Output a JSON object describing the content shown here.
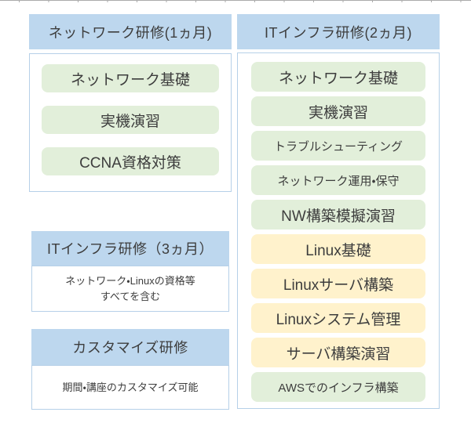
{
  "colors": {
    "header_fill": "#bdd7ee",
    "box_border": "#b6d0e8",
    "green_fill": "#e2efda",
    "yellow_fill": "#fff2cc",
    "text": "#3d3d3d"
  },
  "left_column": {
    "network_course": {
      "title": "ネットワーク研修(1ヵ月)",
      "items": [
        {
          "label": "ネットワーク基礎",
          "color": "green"
        },
        {
          "label": "実機演習",
          "color": "green"
        },
        {
          "label": "CCNA資格対策",
          "color": "green"
        }
      ]
    },
    "infra_3mo_course": {
      "title": "ITインフラ研修（3ヵ月）",
      "description_lines": [
        "ネットワーク・Linuxの資格等",
        "すべてを含む"
      ]
    },
    "custom_course": {
      "title": "カスタマイズ研修",
      "description_lines": [
        "期間・講座のカスタマイズ可能"
      ]
    }
  },
  "right_column": {
    "infra_2mo_course": {
      "title": "ITインフラ研修(2ヵ月)",
      "items": [
        {
          "label": "ネットワーク基礎",
          "color": "green"
        },
        {
          "label": "実機演習",
          "color": "green"
        },
        {
          "label": "トラブルシューティング",
          "color": "green"
        },
        {
          "label": "ネットワーク運用・保守",
          "color": "green"
        },
        {
          "label": "NW構築模擬演習",
          "color": "green"
        },
        {
          "label": "Linux基礎",
          "color": "yellow"
        },
        {
          "label": "Linuxサーバ構築",
          "color": "yellow"
        },
        {
          "label": "Linuxシステム管理",
          "color": "yellow"
        },
        {
          "label": "サーバ構築演習",
          "color": "yellow"
        },
        {
          "label": "AWSでのインフラ構築",
          "color": "green"
        }
      ]
    }
  }
}
